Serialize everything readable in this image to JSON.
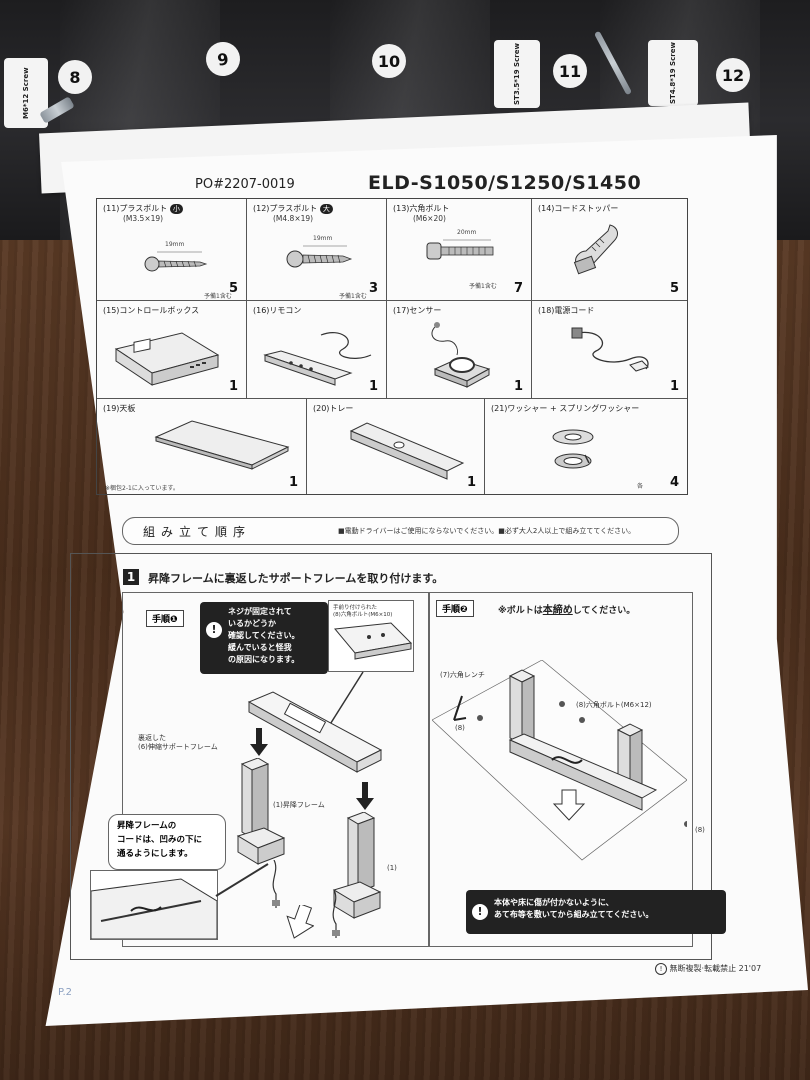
{
  "bag_labels": {
    "screw_m6": "M6*12 Screw",
    "screw_st3": "ST3.5*19 Screw",
    "screw_st4": "ST4.8*19 Screw"
  },
  "bag_numbers": [
    "8",
    "9",
    "10",
    "11",
    "12"
  ],
  "header": {
    "po_number": "PO#2207-0019",
    "model": "ELD-S1050/S1250/S1450"
  },
  "parts": [
    {
      "label": "(11)プラスボルト",
      "badge": "小",
      "sub": "(M3.5×19)",
      "dim": "19mm",
      "note": "予備1含む",
      "qty": "5"
    },
    {
      "label": "(12)プラスボルト",
      "badge": "大",
      "sub": "(M4.8×19)",
      "dim": "19mm",
      "note": "予備1含む",
      "qty": "3"
    },
    {
      "label": "(13)六角ボルト",
      "sub": "(M6×20)",
      "dim": "20mm",
      "note": "予備1含む",
      "qty": "7"
    },
    {
      "label": "(14)コードストッパー",
      "qty": "5"
    },
    {
      "label": "(15)コントロールボックス",
      "qty": "1"
    },
    {
      "label": "(16)リモコン",
      "qty": "1"
    },
    {
      "label": "(17)センサー",
      "qty": "1"
    },
    {
      "label": "(18)電源コード",
      "qty": "1"
    },
    {
      "label": "(19)天板",
      "note": "※梱包2-1に入っています。",
      "qty": "1"
    },
    {
      "label": "(20)トレー",
      "qty": "1"
    },
    {
      "label": "(21)ワッシャー + スプリングワッシャー",
      "note": "各",
      "qty": "4"
    }
  ],
  "section": {
    "title": "組み立て順序",
    "note": "■電動ドライバーはご使用にならないでください。■必ず大人2人以上で組み立ててください。"
  },
  "step1": {
    "num": "1",
    "title": "昇降フレームに裏返したサポートフレームを取り付けます。",
    "proc1": "手順❶",
    "proc2": "手順❷",
    "proc2_note_a": "※ボルトは",
    "proc2_note_b": "本締め",
    "proc2_note_c": "してください。",
    "warn1": [
      "ネジが固定されて",
      "いるかどうか",
      "確認してください。",
      "緩んでいると怪我",
      "の原因になります。"
    ],
    "detail_label": [
      "手前り付けられた",
      "(8)六角ボルト(M6×10)"
    ],
    "support_frame": [
      "裏返した",
      "(6)伸縮サポートフレーム"
    ],
    "lift_frame": "(1)昇降フレーム",
    "lift_frame_short": "(1)",
    "cord_note": [
      "昇降フレームの",
      "コードは、凹みの下に",
      "通るようにします。"
    ],
    "hex_wrench": "(7)六角レンチ",
    "hex_bolt": "(8)六角ボルト(M6×12)",
    "bolt_ref": "(8)",
    "warn2": [
      "本体や床に傷が付かないように、",
      "あて布等を敷いてから組み立ててください。"
    ]
  },
  "footer": {
    "copyright": "無断複製·転載禁止 21'07",
    "page": "P.2"
  }
}
